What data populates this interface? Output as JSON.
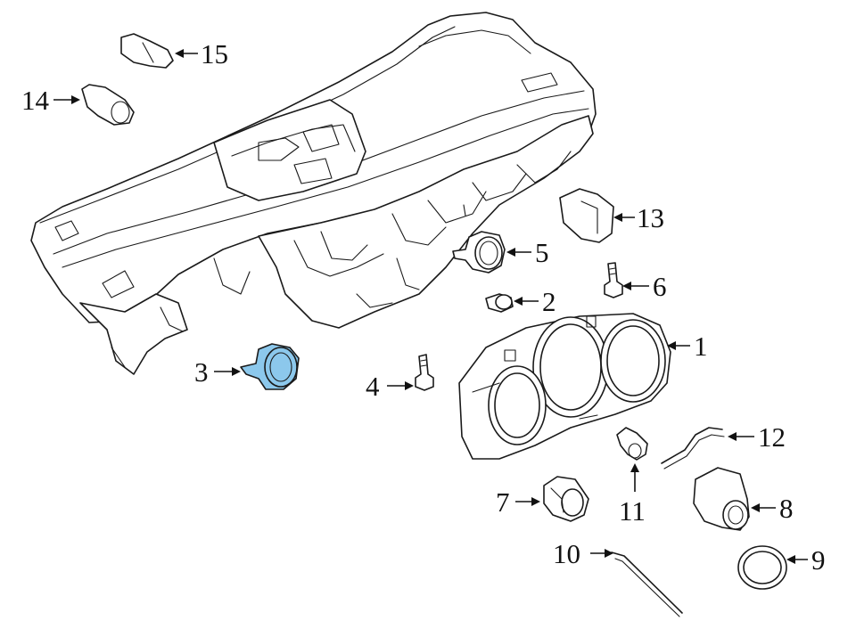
{
  "highlight_color": "#8cc8ec",
  "outline_color": "#1a1a1a",
  "callouts": [
    {
      "id": "1",
      "text": "1"
    },
    {
      "id": "2",
      "text": "2"
    },
    {
      "id": "3",
      "text": "3"
    },
    {
      "id": "4",
      "text": "4"
    },
    {
      "id": "5",
      "text": "5"
    },
    {
      "id": "6",
      "text": "6"
    },
    {
      "id": "7",
      "text": "7"
    },
    {
      "id": "8",
      "text": "8"
    },
    {
      "id": "9",
      "text": "9"
    },
    {
      "id": "10",
      "text": "10"
    },
    {
      "id": "11",
      "text": "11"
    },
    {
      "id": "12",
      "text": "12"
    },
    {
      "id": "13",
      "text": "13"
    },
    {
      "id": "14",
      "text": "14"
    },
    {
      "id": "15",
      "text": "15"
    }
  ],
  "highlighted_part": "3"
}
